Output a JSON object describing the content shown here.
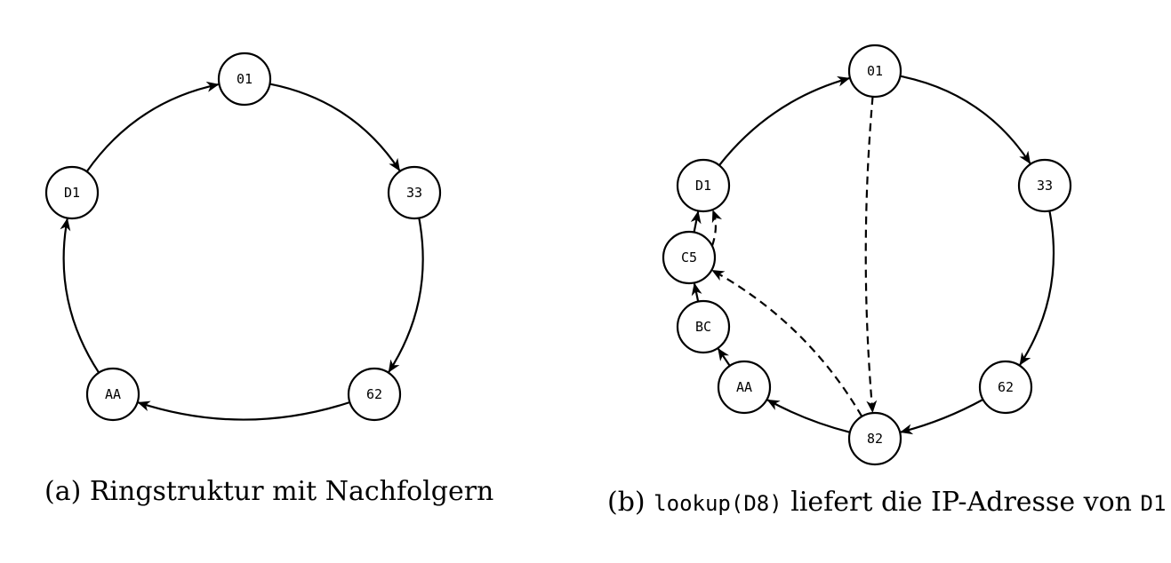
{
  "diagram_a": {
    "caption": "(a) Ringstruktur mit Nachfolgern",
    "nodes": [
      "01",
      "33",
      "62",
      "AA",
      "D1"
    ],
    "edges": [
      {
        "from": "01",
        "to": "33",
        "style": "solid"
      },
      {
        "from": "33",
        "to": "62",
        "style": "solid"
      },
      {
        "from": "62",
        "to": "AA",
        "style": "solid"
      },
      {
        "from": "AA",
        "to": "D1",
        "style": "solid"
      },
      {
        "from": "D1",
        "to": "01",
        "style": "solid"
      }
    ]
  },
  "diagram_b": {
    "caption_prefix": "(b)",
    "caption_code1": "lookup(D8)",
    "caption_text": "liefert die IP-Adresse von",
    "caption_code2": "D1",
    "nodes": [
      "01",
      "33",
      "62",
      "82",
      "AA",
      "BC",
      "C5",
      "D1"
    ],
    "edges": [
      {
        "from": "01",
        "to": "33",
        "style": "solid"
      },
      {
        "from": "33",
        "to": "62",
        "style": "solid"
      },
      {
        "from": "62",
        "to": "82",
        "style": "solid"
      },
      {
        "from": "82",
        "to": "AA",
        "style": "solid"
      },
      {
        "from": "AA",
        "to": "BC",
        "style": "solid"
      },
      {
        "from": "BC",
        "to": "C5",
        "style": "solid"
      },
      {
        "from": "C5",
        "to": "D1",
        "style": "solid"
      },
      {
        "from": "D1",
        "to": "01",
        "style": "solid"
      },
      {
        "from": "01",
        "to": "82",
        "style": "dashed"
      },
      {
        "from": "82",
        "to": "C5",
        "style": "dashed"
      },
      {
        "from": "C5",
        "to": "D1",
        "style": "dashed"
      }
    ]
  }
}
